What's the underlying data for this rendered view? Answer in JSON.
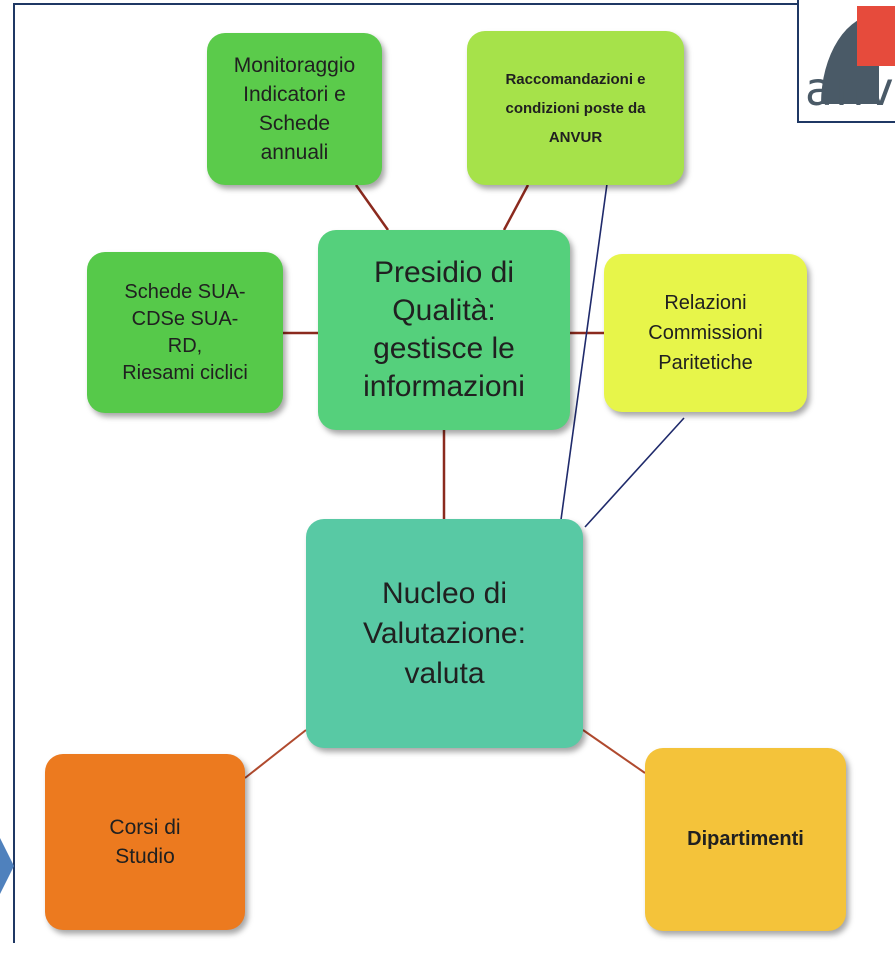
{
  "diagram": {
    "nodes": [
      {
        "id": "monitoraggio",
        "label": "Monitoraggio\nIndicatori e\nSchede\nannuali"
      },
      {
        "id": "raccomandazioni",
        "label": "Raccomandazioni e\ncondizioni poste da\nANVUR"
      },
      {
        "id": "schede",
        "label": "Schede SUA-\nCDSe SUA-\nRD,\nRiesami ciclici"
      },
      {
        "id": "presidio",
        "label": "Presidio di\nQualità:\ngestisce le\ninformazioni"
      },
      {
        "id": "relazioni",
        "label": "Relazioni\nCommissioni\nParitetiche"
      },
      {
        "id": "nucleo",
        "label": "Nucleo di\nValutazione:\nvaluta"
      },
      {
        "id": "corsi",
        "label": "Corsi di\nStudio"
      },
      {
        "id": "dipartimenti",
        "label": "Dipartimenti"
      }
    ],
    "edges": [
      {
        "from": "monitoraggio",
        "to": "presidio"
      },
      {
        "from": "raccomandazioni",
        "to": "presidio"
      },
      {
        "from": "schede",
        "to": "presidio"
      },
      {
        "from": "relazioni",
        "to": "presidio"
      },
      {
        "from": "presidio",
        "to": "nucleo"
      },
      {
        "from": "raccomandazioni",
        "to": "nucleo"
      },
      {
        "from": "relazioni",
        "to": "nucleo"
      },
      {
        "from": "nucleo",
        "to": "corsi"
      },
      {
        "from": "nucleo",
        "to": "dipartimenti"
      }
    ],
    "colors": {
      "presidio_links": "#8b2a1e",
      "nucleo_inputs": "#1f2a6b",
      "nucleo_outputs": "#b04a2e"
    }
  },
  "logo": {
    "text": "anvur"
  }
}
